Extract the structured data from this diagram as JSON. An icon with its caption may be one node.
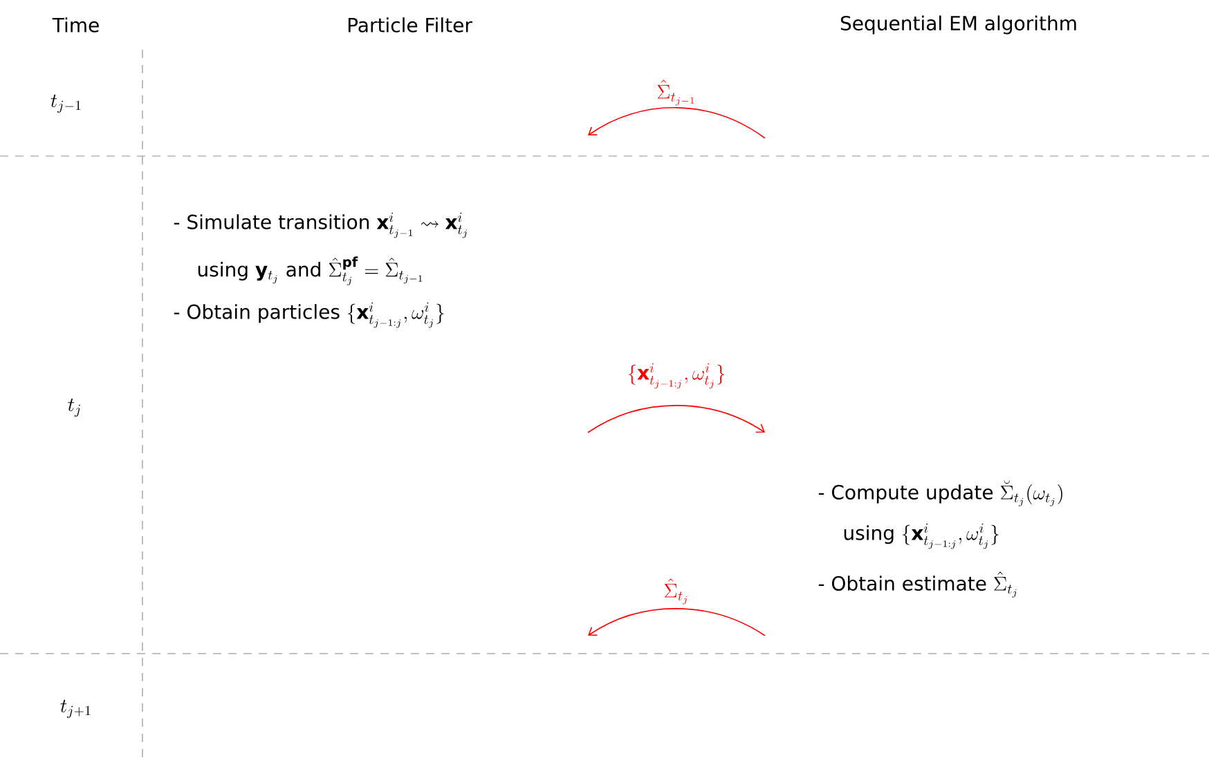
{
  "diagram": {
    "labels": [
      "Time",
      "Particle Filter",
      "Sequential EM algorithm",
      "t_{j-1}",
      "\\hat{\\Sigma}_{t_{j-1}}",
      "t_j",
      "- Simulate transition",
      "\\mathbf{x}^i_{t_{j-1}} \\rightsquigarrow \\mathbf{x}^i_{t_j}",
      "using",
      "\\mathbf{y}_{t_j}",
      "and",
      "\\hat{\\Sigma}^{\\textbf{pf}}_{t_j} = \\hat{\\Sigma}_{t_{j-1}}",
      "- Obtain particles",
      "\\{\\mathbf{x}^i_{t_{j-1:j}}, \\omega^i_{t_j}\\}",
      "\\{\\mathbf{x}^i_{t_{j-1:j}}, \\omega^i_{t_j}\\}",
      "- Compute update",
      "\\breve{\\Sigma}_{t_j}(\\omega_{t_j})",
      "using",
      "\\{\\mathbf{x}^i_{t_{j-1:j}}, \\omega^i_{t_j}\\}",
      "\\hat{\\Sigma}_{t_j}",
      "- Obtain estimate",
      "\\hat{\\Sigma}_{t_j}",
      "t_{j+1}"
    ]
  }
}
